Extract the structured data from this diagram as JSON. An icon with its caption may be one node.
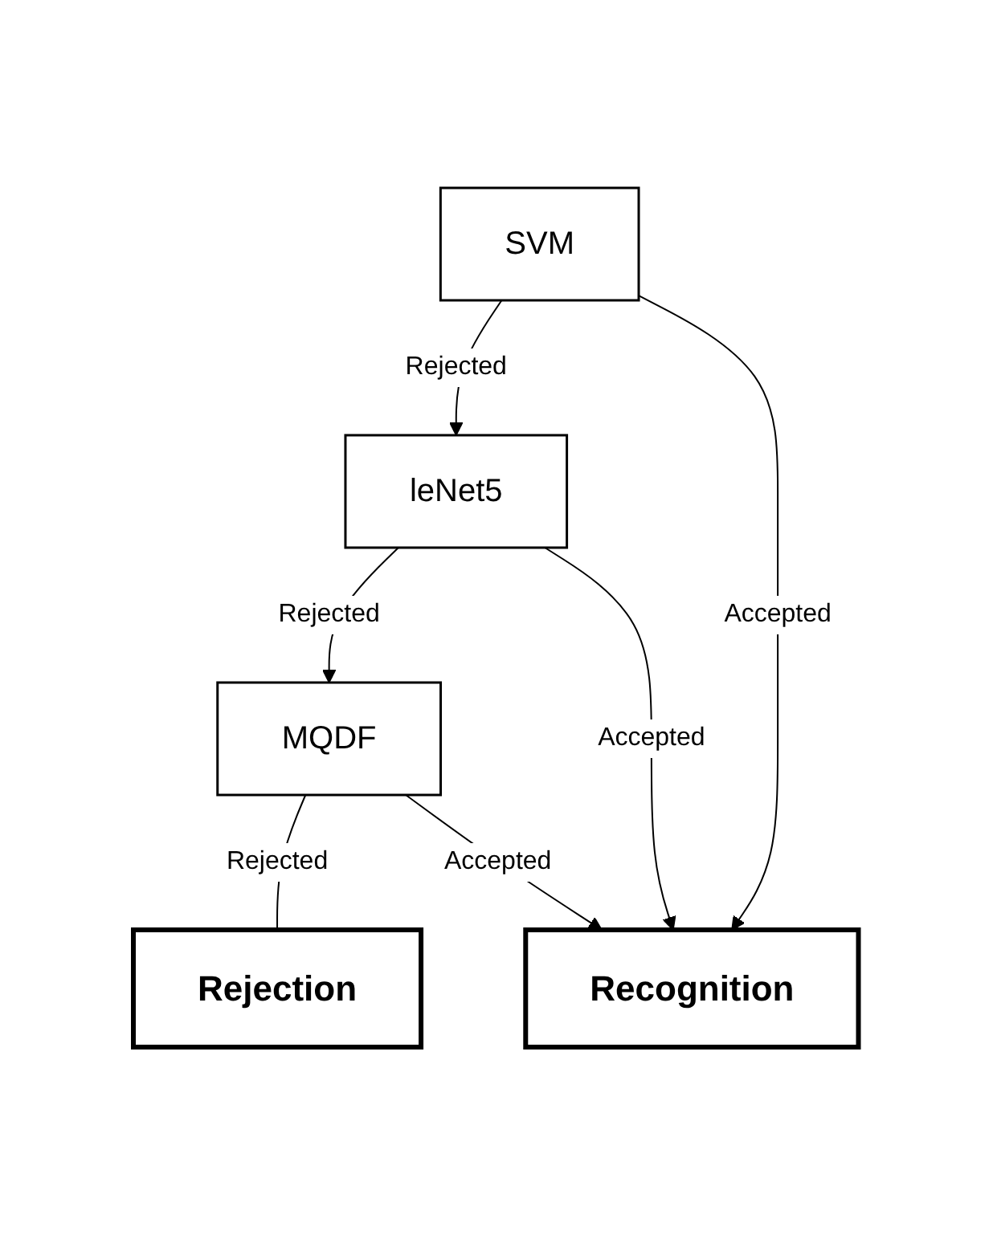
{
  "diagram": {
    "nodes": [
      {
        "text": [
          "SVM"
        ]
      },
      {
        "text": [
          "leNet5"
        ]
      },
      {
        "text": [
          "MQDF"
        ]
      },
      {
        "text": [
          "Rejection"
        ]
      },
      {
        "text": [
          "Recognition"
        ]
      }
    ],
    "edges": [
      {
        "from": 0,
        "to": 1,
        "arrow": "to",
        "label": "Rejected"
      },
      {
        "from": 0,
        "to": 4,
        "arrow": "to",
        "label": "Accepted"
      },
      {
        "from": 1,
        "to": 2,
        "arrow": "to",
        "label": "Rejected"
      },
      {
        "from": 1,
        "to": 4,
        "arrow": "to",
        "label": "Accepted"
      },
      {
        "from": 2,
        "to": 3,
        "arrow": "none",
        "label": "Rejected"
      },
      {
        "from": 2,
        "to": 4,
        "arrow": "to",
        "label": "Accepted"
      }
    ]
  }
}
